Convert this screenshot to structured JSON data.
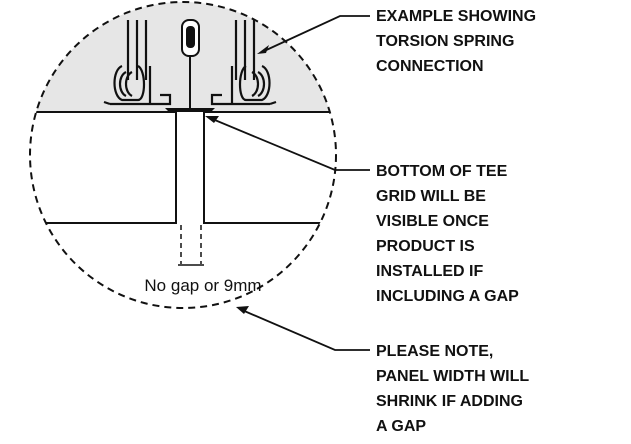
{
  "colors": {
    "line": "#111111",
    "ceiling_fill": "#e6e6e6",
    "panel_fill": "#ffffff",
    "background": "#ffffff"
  },
  "callouts": {
    "torsion_spring": [
      "EXAMPLE SHOWING",
      "TORSION SPRING",
      "CONNECTION"
    ],
    "tee_grid": [
      "BOTTOM OF TEE",
      "GRID WILL BE",
      "VISIBLE ONCE",
      "PRODUCT IS",
      "INSTALLED IF",
      "INCLUDING A GAP"
    ],
    "panel_width": [
      "PLEASE NOTE,",
      "PANEL WIDTH WILL",
      "SHRINK IF ADDING",
      "A GAP"
    ]
  },
  "gap_label": "No gap or 9mm"
}
